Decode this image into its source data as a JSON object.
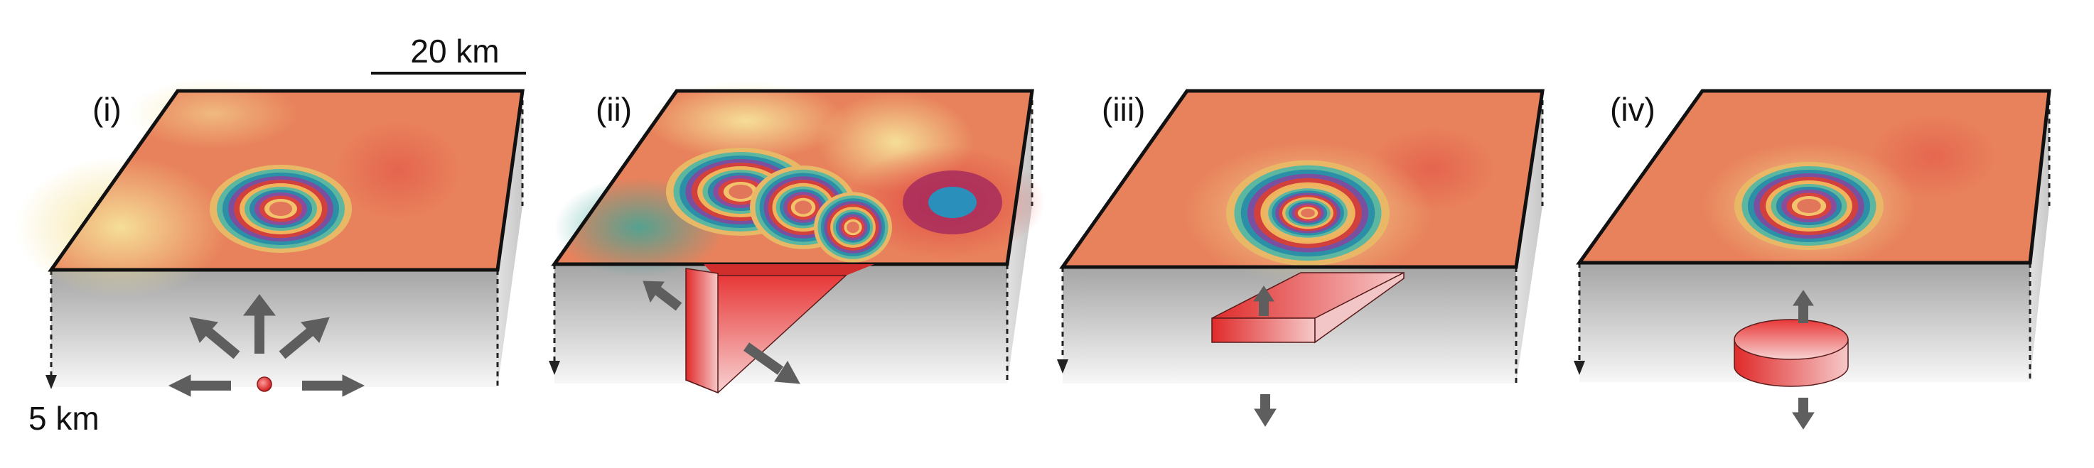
{
  "scale_bar": {
    "label": "20 km"
  },
  "depth_label": "5 km",
  "panels": [
    {
      "label": "(i)",
      "source": "point"
    },
    {
      "label": "(ii)",
      "source": "dike"
    },
    {
      "label": "(iii)",
      "source": "sill"
    },
    {
      "label": "(iv)",
      "source": "penny-shaped crack"
    }
  ],
  "colors": {
    "surface_base": "#e8825c",
    "block_side_top": "#a8a8a8",
    "block_side_bottom": "#f6f6f6",
    "arrow": "#5e5e5e",
    "source_red": "#e23a3a"
  }
}
